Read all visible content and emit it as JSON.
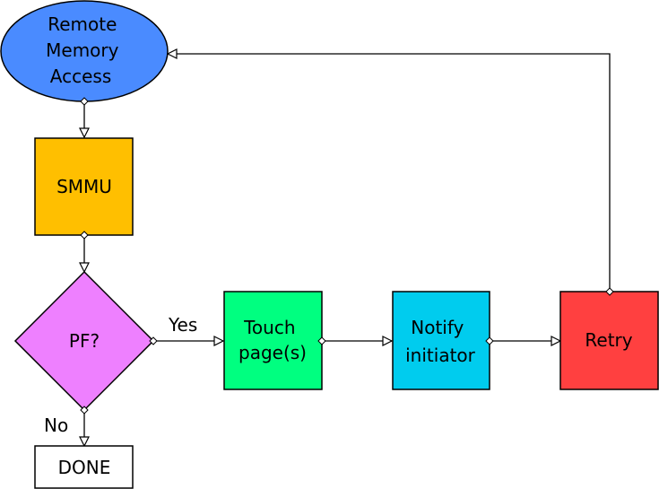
{
  "nodes": {
    "remote_memory_access": {
      "lines": [
        "Remote",
        "Memory",
        "Access"
      ],
      "color": "#4a8bff"
    },
    "smmu": {
      "lines": [
        "SMMU"
      ],
      "color": "#ffbf00"
    },
    "pf": {
      "lines": [
        "PF?"
      ],
      "color": "#ee80ff"
    },
    "touch_pages": {
      "lines": [
        "Touch",
        "page(s)"
      ],
      "color": "#00ff80"
    },
    "notify_initiator": {
      "lines": [
        "Notify",
        "initiator"
      ],
      "color": "#00ccee"
    },
    "retry": {
      "lines": [
        "Retry"
      ],
      "color": "#ff4040"
    },
    "done": {
      "lines": [
        "DONE"
      ],
      "color": "#ffffff"
    }
  },
  "edges": {
    "yes_label": "Yes",
    "no_label": "No"
  }
}
